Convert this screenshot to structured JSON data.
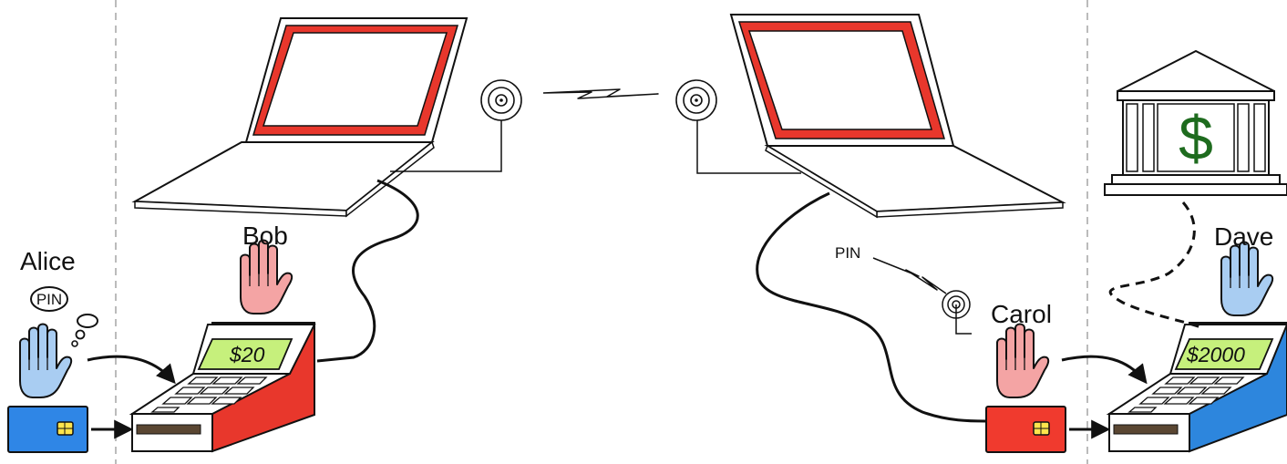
{
  "labels": {
    "alice": "Alice",
    "bob": "Bob",
    "carol": "Carol",
    "dave": "Dave",
    "alice_thought": "PIN",
    "pin_relay": "PIN"
  },
  "terminals": {
    "left_amount": "$20",
    "right_amount": "$2000"
  },
  "bank": {
    "symbol": "$"
  },
  "colors": {
    "honest_hand": "#a9cdf2",
    "attacker_hand": "#f4a4a4",
    "card_blue": "#2f86e6",
    "card_red": "#f03a2e",
    "terminal_red": "#e8372c",
    "terminal_blue": "#2d86dd",
    "display_green": "#c6f07c",
    "laptop_screen_red": "#e8372c",
    "chip_yellow": "#ffe44d",
    "bank_dollar": "#1e6b1e",
    "divider": "#bbbbbb"
  }
}
